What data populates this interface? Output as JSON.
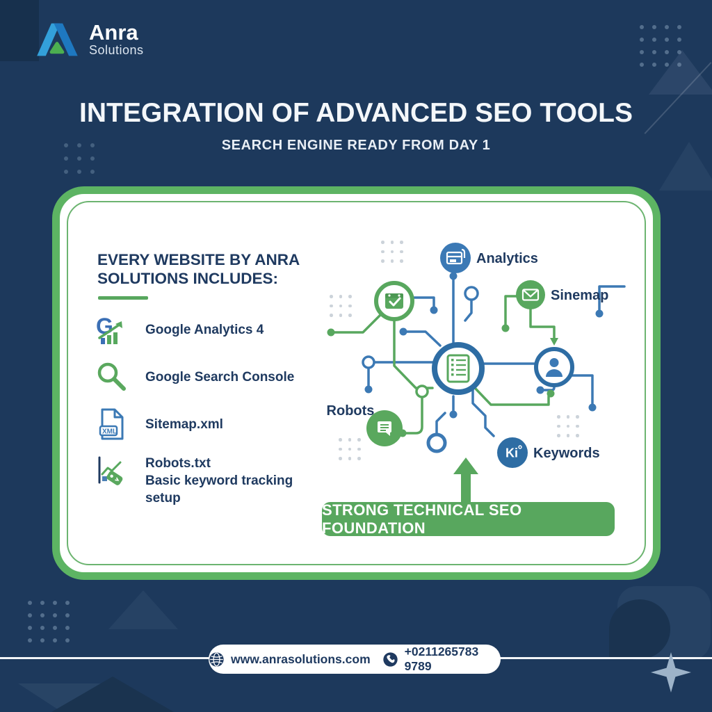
{
  "brand": {
    "name": "Anra",
    "tagline": "Solutions"
  },
  "header": {
    "title": "INTEGRATION OF ADVANCED SEO TOOLS",
    "subtitle": "SEARCH ENGINE READY FROM DAY 1"
  },
  "card": {
    "heading": {
      "line1": "EVERY WEBSITE BY ANRA",
      "line2": "SOLUTIONS INCLUDES:"
    },
    "features": [
      {
        "icon": "google-analytics-icon",
        "label": "Google Analytics 4"
      },
      {
        "icon": "search-icon",
        "label": "Google Search Console"
      },
      {
        "icon": "xml-file-icon",
        "label": "Sitemap.xml"
      },
      {
        "icon": "keyword-tracking-icon",
        "label": "Robots.txt",
        "sublabel": "Basic keyword tracking setup"
      }
    ],
    "diagram": {
      "labels": {
        "analytics": "Analytics",
        "sinemap": "Sinemap",
        "robots": "Robots",
        "keywords": "Keywords"
      },
      "keywords_badge": "Ki"
    },
    "banner": "STRONG TECHNICAL SEO FOUNDATION"
  },
  "footer": {
    "website": "www.anrasolutions.com",
    "phone": "+0211265783 9789"
  },
  "colors": {
    "background": "#1d395c",
    "green": "#58a75e",
    "blue": "#3c79b4",
    "navy_text": "#1f3a60",
    "card_border": "#5db463"
  }
}
